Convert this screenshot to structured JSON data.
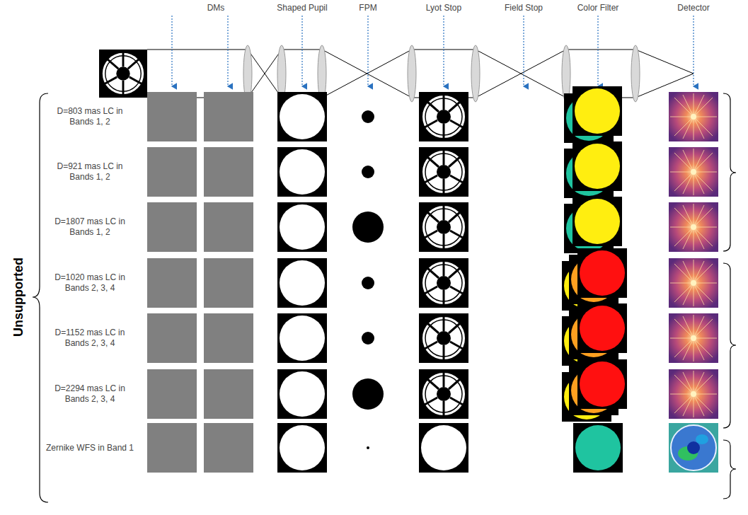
{
  "diagram": {
    "labels": [
      "DMs",
      "Shaped Pupil",
      "FPM",
      "Lyot Stop",
      "Field Stop",
      "Color Filter",
      "Detector",
      "D=803 mas LC in Bands 1, 2",
      "D=921 mas LC in Bands 1, 2",
      "D=1807 mas LC in Bands 1, 2",
      "D=1020 mas LC in Bands 2, 3, 4",
      "D=1152 mas LC in Bands 2, 3, 4",
      "D=2294 mas LC in Bands 2, 3, 4",
      "Zernike WFS in Band 1",
      "Unsupported"
    ]
  }
}
